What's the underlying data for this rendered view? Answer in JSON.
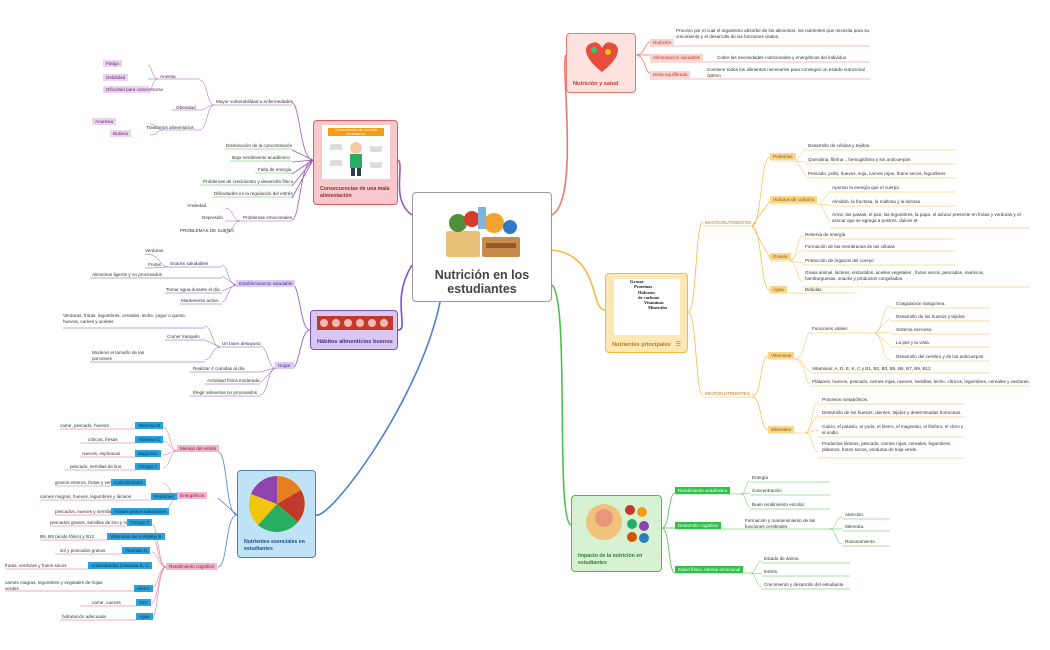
{
  "center": {
    "line1": "Nutrición en los",
    "line2": "estudiantes"
  },
  "nutricion_salud": {
    "title": "Nutrición y salud",
    "def1": "Proceso por el cual el organismo absorbe de los alimentos, los nutrientes que necesita para su crecimiento y el desarrollo de las funciones vitales.",
    "tag1": "Nutrición",
    "tag2": "Alimentación saludable",
    "def2": "Cubre las necesidades nutricionales y energéticas del individuo",
    "tag3": "Dieta equilibrada",
    "def3": "Contiene todos los alimentos necesarios para conseguir un estado nutricional óptimo"
  },
  "nutrientes": {
    "title": "Nutrientes principales",
    "img_words": [
      "Grasas",
      "Proteínas",
      "Hidratos de carbono",
      "Vitaminas",
      "Minerales"
    ],
    "macro": "MACRONUTRIENTES",
    "micro": "MICRONUTRIENTES",
    "proteinas": "Proteínas",
    "prot_items": [
      "Desarrollo de células y tejidos.",
      "Queratina, fibrina ., hemoglobina y los anticuerpos",
      "Pescado, pollo, huevos, soja, carnes rojas, frutos secos, legumbres"
    ],
    "hidratos": "Hidratos de carbono",
    "hid_items": [
      "Aportan la energía que el cuerpo.",
      "Almidón, la fructosa, la maltosa y la lactosa",
      "Arroz, las pastas, el pan, las legumbres, la papa, el azúcar presente en frutas y verduras y el azúcar que se agrega a postres, dulces et"
    ],
    "grasas": "Grasas",
    "gra_items": [
      "Reserva de energía",
      "Formación de las membranas de las células",
      "Protección de órganos del cuerpo",
      "Grasa animal, lácteos, embutidos, aceites vegetales , frutos secos, pescados, mariscos, hamburguesas, snacks y productos congelados."
    ],
    "agua": "Agua",
    "agua_item": "Bebidas",
    "vitaminas": "Vitaminas",
    "funciones": "Funciones vitales",
    "func_items": [
      "Coagulación sanguínea.",
      "Desarrollo de los huesos y tejidos.",
      "Sistema nervioso.",
      "La piel y la vista.",
      "Desarrollo del cerebro y de los anticuerpos"
    ],
    "vit_list": "Vitaminas: A, D, E, K, C y B1, B2, B3, B5, B6, B7, B9, B12",
    "vit_food": "Plátanos, huevos, pescado, carnes rojas, nueces, semillas, leche, cítricos, legumbres, cereales y verduras.",
    "minerales": "Minerales",
    "min_items": [
      "Procesos metabólicos.",
      "Desarrollo de los huesos, dientes, tejidos y determinadas hormonas.",
      "Calcio, el potasio, el yodo, el hierro, el magnesio, el fósforo, el cloro y el sodio.",
      "Productos lácteos, pescado, carnes rojas, cereales, legumbres, plátanos, frutos secos, verduras de hoja verde."
    ]
  },
  "impacto": {
    "title": "Impacto de la nutrición en estudiantes",
    "rend": "Rendimiento académico",
    "rend_items": [
      "Energía",
      "Concentración",
      "Buen rendimiento escolar."
    ],
    "cog": "Desarrollo cognitivo",
    "cog_sub": "Formación y mantenimiento de las funciones cerebrales",
    "cog_items": [
      "Atención.",
      "Memoria.",
      "Razonamiento."
    ],
    "salud": "Salud física, mental emocional",
    "salud_items": [
      "Estado de ánimo.",
      "Estrés.",
      "Crecimiento y desarrollo del estudiante."
    ]
  },
  "consecuencias": {
    "title": "Consecuencias de una mala alimentación",
    "img_text": "Consecuencias de una mala alimentación",
    "vuln": "Mayor vulnerabilidad a enfermedades",
    "anemia": "Anemia",
    "anemia_items": [
      "Fatiga",
      "Debilidad",
      "Dificultad para concentrarse"
    ],
    "obesidad": "Obesidad",
    "trastornos": "Trastornos alimentarios",
    "tras_items": [
      "Anorexia",
      "Bulimia"
    ],
    "effects": [
      "Disminución de la concentración",
      "Bajo rendimiento académico",
      "Falta de energía",
      "Problemas de crecimiento y desarrollo físico",
      "Dificultades en la regulación del estrés"
    ],
    "emocionales": "Problemas emocionales",
    "emo_items": [
      "Ansiedad",
      "Depresión",
      "PROBLEMAS DE SUEÑO"
    ]
  },
  "habitos": {
    "title": "Hábitos alimenticios buenos",
    "establecimiento": "Establecimiento saludable",
    "snacks": "Snacks saludables",
    "snack_items": [
      "Verduras",
      "Frutas"
    ],
    "ligeros": "Alimentos ligeros y no procesados",
    "agua": "Tomar agua durante el día",
    "activo": "Mantenerse activo",
    "hogar": "Hogar",
    "hogar_food": "Verduras, frutas, legumbres, cereales, leche, yogur o queso, huevos, carnes y aceites",
    "comer": "Comer tranquilo",
    "desayuno": "Un buen desayuno",
    "moderar": "Moderar el tamaño de las porciones",
    "hogar_items": [
      "Realizar 4 comidas al día",
      "Actividad física moderada",
      "Elegir alimentos no procesados"
    ]
  },
  "esenciales": {
    "title": "Nutrientes esenciales en estudiantes",
    "estres": "Manejo del estrés",
    "estres_rows": [
      {
        "food": "carne, pescado, huevos",
        "tag": "Vitamina B"
      },
      {
        "food": "cítricos, fresas",
        "tag": "Vitamina C"
      },
      {
        "food": "nueces, espinacas",
        "tag": "Magnesio"
      },
      {
        "food": "pescado, semillas de lino",
        "tag": "Omega 3"
      }
    ],
    "energeticos": "Energéticos",
    "energ_rows": [
      {
        "food": "granos enteros, frutas y verduras",
        "tag": "Carbohidratos"
      },
      {
        "food": "carnes magras, huevos, legumbres y lácteos",
        "tag": "Proteínas"
      },
      {
        "food": "pescados, nueces y semillas",
        "tag": "Ácidos grasos saludables"
      }
    ],
    "cognitivo": "Rendimiento cognitivo",
    "cog_rows": [
      {
        "food": "pescados grasos, semillas de lino y nueces",
        "tag": "Omega 3"
      },
      {
        "food": "B6, B9 (ácido fólico) y B12",
        "tag": "Vitaminas del complejo B"
      },
      {
        "food": "sol y pescados grasos",
        "tag": "Vitamina D"
      },
      {
        "food": "frutas, verduras y frutos secos",
        "tag": "Antioxidantes (vitamina E, C"
      },
      {
        "food": "carnes magras, legumbres y vegetales de hojas verdes",
        "tag": "Hierro"
      },
      {
        "food": "carne, nueces",
        "tag": "Zinc"
      },
      {
        "food": "hidratación adecuada",
        "tag": "Agua"
      }
    ]
  }
}
